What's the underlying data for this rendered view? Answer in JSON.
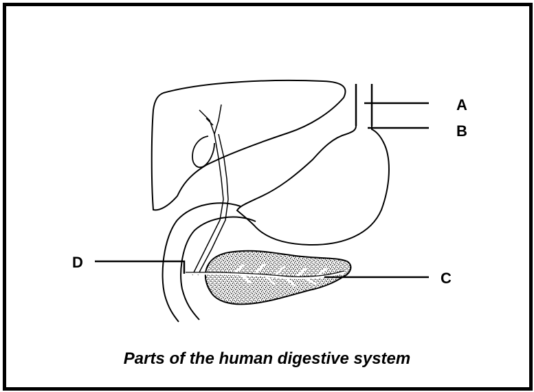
{
  "labels": {
    "a": "A",
    "b": "B",
    "c": "C",
    "d": "D"
  },
  "caption": "Parts of the human digestive system"
}
